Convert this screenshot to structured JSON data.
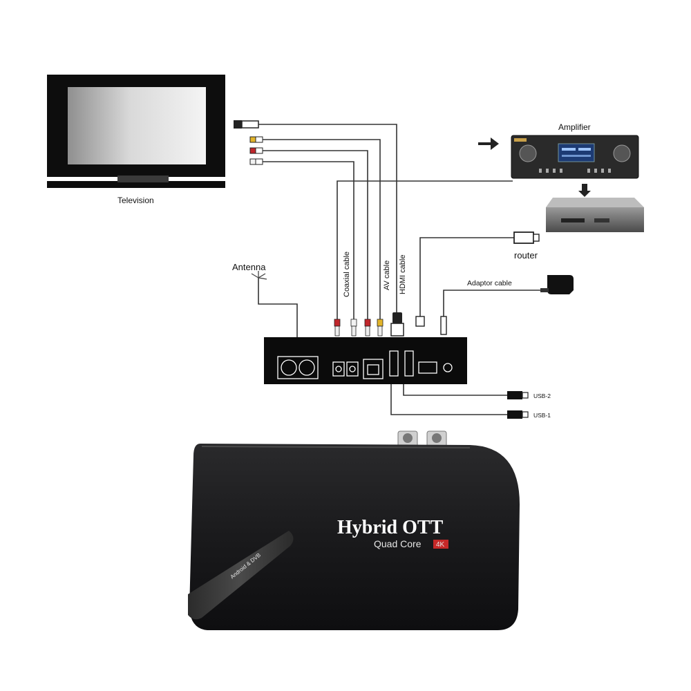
{
  "labels": {
    "television": "Television",
    "amplifier": "Amplifier",
    "router": "router",
    "antenna": "Antenna",
    "adaptor_cable": "Adaptor  cable",
    "coaxial_cable": "Coaxial cable",
    "av_cable": "AV cable",
    "hdmi_cable": "HDMI cable",
    "usb2": "USB-2",
    "usb1": "USB-1"
  },
  "product": {
    "name": "Hybrid OTT",
    "subtitle": "Quad Core",
    "badge": "4K",
    "stripe_text": "Android & DVB"
  },
  "colors": {
    "device_body": "#1c1c1e",
    "rca_red": "#c0262b",
    "rca_yellow": "#e2b42a",
    "rca_white": "#f2f2f2",
    "badge_red": "#c62828"
  }
}
